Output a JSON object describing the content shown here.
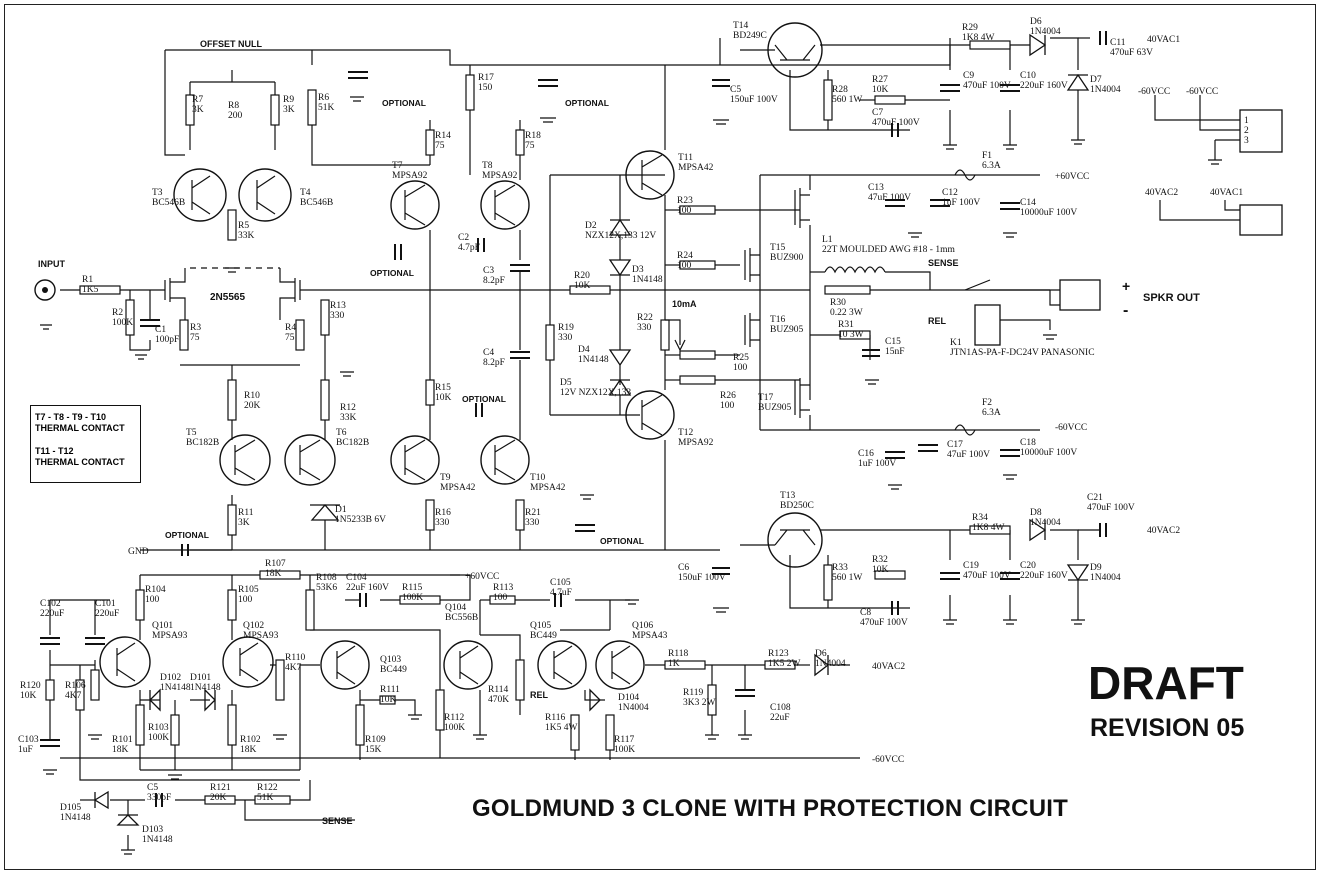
{
  "title": "GOLDMUND 3 CLONE WITH PROTECTION CIRCUIT",
  "status": "DRAFT",
  "revision": "REVISION 05",
  "thermal_box": {
    "line1": "T7 - T8 - T9 - T10",
    "line2": "THERMAL CONTACT",
    "line3": "T11 - T12",
    "line4": "THERMAL CONTACT"
  },
  "net_labels": {
    "offset_null": "OFFSET NULL",
    "input": "INPUT",
    "sense": "SENSE",
    "rel": "REL",
    "spkr_out": "SPKR OUT",
    "plus": "+",
    "minus": "-",
    "current": "10mA",
    "pos60": "+60VCC",
    "neg60": "-60VCC",
    "vac1": "40VAC1",
    "vac2": "40VAC2",
    "gnd": "GND",
    "optional": "OPTIONAL",
    "t1_part": "2N5565"
  },
  "components": [
    {
      "ref": "R1",
      "value": "1K5"
    },
    {
      "ref": "R2",
      "value": "100K"
    },
    {
      "ref": "C1",
      "value": "100pF"
    },
    {
      "ref": "R3",
      "value": "75"
    },
    {
      "ref": "R4",
      "value": "75"
    },
    {
      "ref": "R5",
      "value": "33K"
    },
    {
      "ref": "R6",
      "value": "51K"
    },
    {
      "ref": "R7",
      "value": "3K"
    },
    {
      "ref": "R8",
      "value": "200"
    },
    {
      "ref": "R9",
      "value": "3K"
    },
    {
      "ref": "R10",
      "value": "20K"
    },
    {
      "ref": "R11",
      "value": "3K"
    },
    {
      "ref": "R12",
      "value": "33K"
    },
    {
      "ref": "R13",
      "value": "330"
    },
    {
      "ref": "R14",
      "value": "75"
    },
    {
      "ref": "R15",
      "value": "10K"
    },
    {
      "ref": "R16",
      "value": "330"
    },
    {
      "ref": "R17",
      "value": "150"
    },
    {
      "ref": "R18",
      "value": "75"
    },
    {
      "ref": "R19",
      "value": "330"
    },
    {
      "ref": "R20",
      "value": "10K"
    },
    {
      "ref": "R21",
      "value": "330"
    },
    {
      "ref": "R22",
      "value": "330"
    },
    {
      "ref": "R23",
      "value": "100"
    },
    {
      "ref": "R24",
      "value": "100"
    },
    {
      "ref": "R25",
      "value": "100"
    },
    {
      "ref": "R26",
      "value": "100"
    },
    {
      "ref": "R27",
      "value": "10K"
    },
    {
      "ref": "R28",
      "value": "560 1W"
    },
    {
      "ref": "R29",
      "value": "1K8 4W"
    },
    {
      "ref": "R30",
      "value": "0.22 3W"
    },
    {
      "ref": "R31",
      "value": "10 3W"
    },
    {
      "ref": "R32",
      "value": "10K"
    },
    {
      "ref": "R33",
      "value": "560 1W"
    },
    {
      "ref": "R34",
      "value": "1K8 4W"
    },
    {
      "ref": "T3",
      "value": "BC546B"
    },
    {
      "ref": "T4",
      "value": "BC546B"
    },
    {
      "ref": "T5",
      "value": "BC182B"
    },
    {
      "ref": "T6",
      "value": "BC182B"
    },
    {
      "ref": "T7",
      "value": "MPSA92"
    },
    {
      "ref": "T8",
      "value": "MPSA92"
    },
    {
      "ref": "T9",
      "value": "MPSA42"
    },
    {
      "ref": "T10",
      "value": "MPSA42"
    },
    {
      "ref": "T11",
      "value": "MPSA42"
    },
    {
      "ref": "T12",
      "value": "MPSA92"
    },
    {
      "ref": "T13",
      "value": "BD250C"
    },
    {
      "ref": "T14",
      "value": "BD249C"
    },
    {
      "ref": "T15",
      "value": "BUZ900"
    },
    {
      "ref": "T16",
      "value": "BUZ905"
    },
    {
      "ref": "T17",
      "value": "BUZ905"
    },
    {
      "ref": "D1",
      "value": "1N5233B 6V"
    },
    {
      "ref": "D2",
      "value": "NZX12X,133 12V"
    },
    {
      "ref": "D3",
      "value": "1N4148"
    },
    {
      "ref": "D4",
      "value": "1N4148"
    },
    {
      "ref": "D5",
      "value": "12V NZX12X,133"
    },
    {
      "ref": "D6",
      "value": "1N4004"
    },
    {
      "ref": "D7",
      "value": "1N4004"
    },
    {
      "ref": "D8",
      "value": "1N4004"
    },
    {
      "ref": "D9",
      "value": "1N4004"
    },
    {
      "ref": "C2",
      "value": "4.7pF"
    },
    {
      "ref": "C3",
      "value": "8.2pF"
    },
    {
      "ref": "C4",
      "value": "8.2pF"
    },
    {
      "ref": "C5",
      "value": "150uF 100V"
    },
    {
      "ref": "C6",
      "value": "150uF 100V"
    },
    {
      "ref": "C7",
      "value": "470uF 100V"
    },
    {
      "ref": "C8",
      "value": "470uF 100V"
    },
    {
      "ref": "C9",
      "value": "470uF 100V"
    },
    {
      "ref": "C10",
      "value": "220uF 160V"
    },
    {
      "ref": "C11",
      "value": "470uF 63V"
    },
    {
      "ref": "C12",
      "value": "1uF 100V"
    },
    {
      "ref": "C13",
      "value": "47uF 100V"
    },
    {
      "ref": "C14",
      "value": "10000uF 100V"
    },
    {
      "ref": "C15",
      "value": "15nF"
    },
    {
      "ref": "C16",
      "value": "1uF 100V"
    },
    {
      "ref": "C17",
      "value": "47uF 100V"
    },
    {
      "ref": "C18",
      "value": "10000uF 100V"
    },
    {
      "ref": "C19",
      "value": "470uF 100V"
    },
    {
      "ref": "C20",
      "value": "220uF 160V"
    },
    {
      "ref": "C21",
      "value": "470uF 100V"
    },
    {
      "ref": "F1",
      "value": "6.3A"
    },
    {
      "ref": "F2",
      "value": "6.3A"
    },
    {
      "ref": "L1",
      "value": "22T MOULDED AWG #18 - 1mm"
    },
    {
      "ref": "K1",
      "value": "JTN1AS-PA-F-DC24V PANASONIC"
    },
    {
      "ref": "R101",
      "value": "18K"
    },
    {
      "ref": "R102",
      "value": "18K"
    },
    {
      "ref": "R103",
      "value": "100K"
    },
    {
      "ref": "R104",
      "value": "100"
    },
    {
      "ref": "R105",
      "value": "100"
    },
    {
      "ref": "R106",
      "value": "4K7"
    },
    {
      "ref": "R107",
      "value": "18K"
    },
    {
      "ref": "R108",
      "value": "53K6"
    },
    {
      "ref": "R109",
      "value": "15K"
    },
    {
      "ref": "R110",
      "value": "4K7"
    },
    {
      "ref": "R111",
      "value": "10K"
    },
    {
      "ref": "R112",
      "value": "100K"
    },
    {
      "ref": "R113",
      "value": "100"
    },
    {
      "ref": "R114",
      "value": "470K"
    },
    {
      "ref": "R115",
      "value": "100K"
    },
    {
      "ref": "R116",
      "value": "1K5 4W"
    },
    {
      "ref": "R117",
      "value": "100K"
    },
    {
      "ref": "R118",
      "value": "1K"
    },
    {
      "ref": "R119",
      "value": "3K3 2W"
    },
    {
      "ref": "R120",
      "value": "10K"
    },
    {
      "ref": "R121",
      "value": "20K"
    },
    {
      "ref": "R122",
      "value": "51K"
    },
    {
      "ref": "R123",
      "value": "1K5 2W"
    },
    {
      "ref": "Q101",
      "value": "MPSA93"
    },
    {
      "ref": "Q102",
      "value": "MPSA93"
    },
    {
      "ref": "Q103",
      "value": "BC449"
    },
    {
      "ref": "Q104",
      "value": "BC556B"
    },
    {
      "ref": "Q105",
      "value": "BC449"
    },
    {
      "ref": "Q106",
      "value": "MPSA43"
    },
    {
      "ref": "C101",
      "value": "220uF"
    },
    {
      "ref": "C102",
      "value": "220uF"
    },
    {
      "ref": "C103",
      "value": "1uF"
    },
    {
      "ref": "C104",
      "value": "22uF 160V"
    },
    {
      "ref": "C105",
      "value": "4.7uF"
    },
    {
      "ref": "C108",
      "value": "22uF"
    },
    {
      "ref": "C5b",
      "value": "330pF"
    },
    {
      "ref": "D101",
      "value": "1N4148"
    },
    {
      "ref": "D102",
      "value": "1N4148"
    },
    {
      "ref": "D103",
      "value": "1N4148"
    },
    {
      "ref": "D104",
      "value": "1N4004"
    },
    {
      "ref": "D105",
      "value": "1N4148"
    },
    {
      "ref": "D6b",
      "value": "1N4004"
    }
  ],
  "connector_pins": [
    "1",
    "2",
    "3"
  ]
}
